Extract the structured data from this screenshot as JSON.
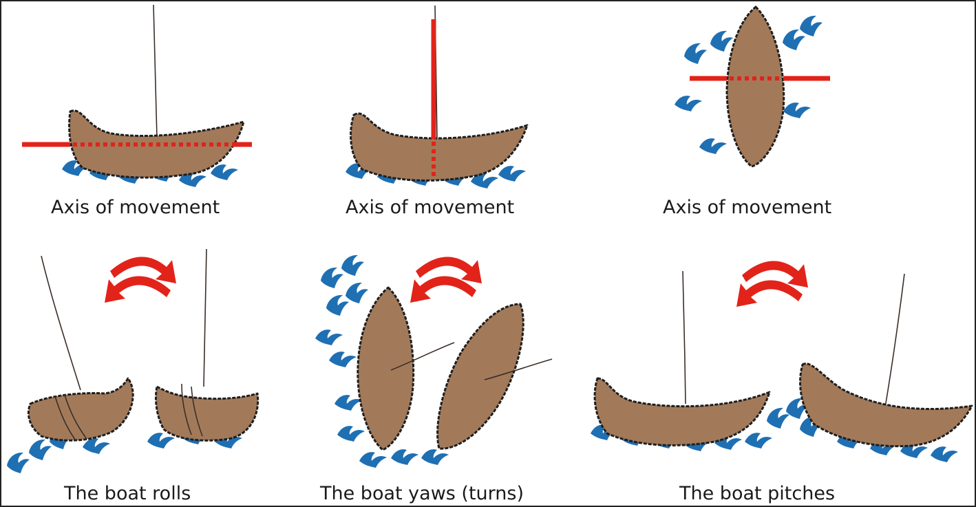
{
  "captions": {
    "roll_axis": "Axis of movement",
    "yaw_axis": "Axis of movement",
    "pitch_axis": "Axis of movement",
    "rolls": "The boat rolls",
    "yaws": "The boat yaws (turns)",
    "pitches": "The boat pitches"
  },
  "colors": {
    "hull": "#a27a5a",
    "hull_outline": "#1e1e1e",
    "axis": "#e2231a",
    "rotation_arrow": "#e2231a",
    "water": "#1f6fb3"
  },
  "icons": [
    "boat-side-view",
    "boat-top-view",
    "mast",
    "axis-line",
    "curved-rotation-arrows",
    "water-splash"
  ]
}
